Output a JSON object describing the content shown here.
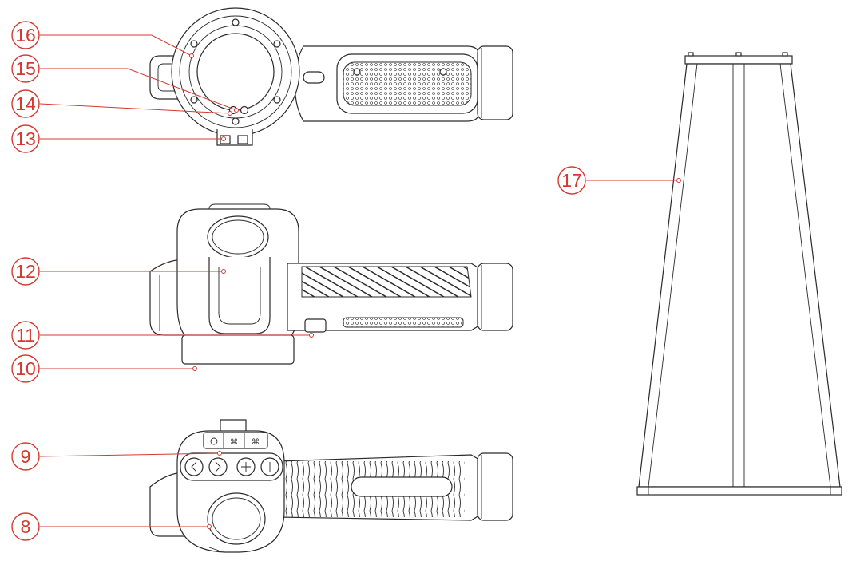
{
  "callouts": [
    {
      "id": "c16",
      "label": "16"
    },
    {
      "id": "c15",
      "label": "15"
    },
    {
      "id": "c14",
      "label": "14"
    },
    {
      "id": "c13",
      "label": "13"
    },
    {
      "id": "c12",
      "label": "12"
    },
    {
      "id": "c11",
      "label": "11"
    },
    {
      "id": "c10",
      "label": "10"
    },
    {
      "id": "c9",
      "label": "9"
    },
    {
      "id": "c8",
      "label": "8"
    },
    {
      "id": "c17",
      "label": "17"
    }
  ],
  "colors": {
    "callout": "#d4392f",
    "line_art": "#2a2a2a",
    "background": "#ffffff"
  }
}
